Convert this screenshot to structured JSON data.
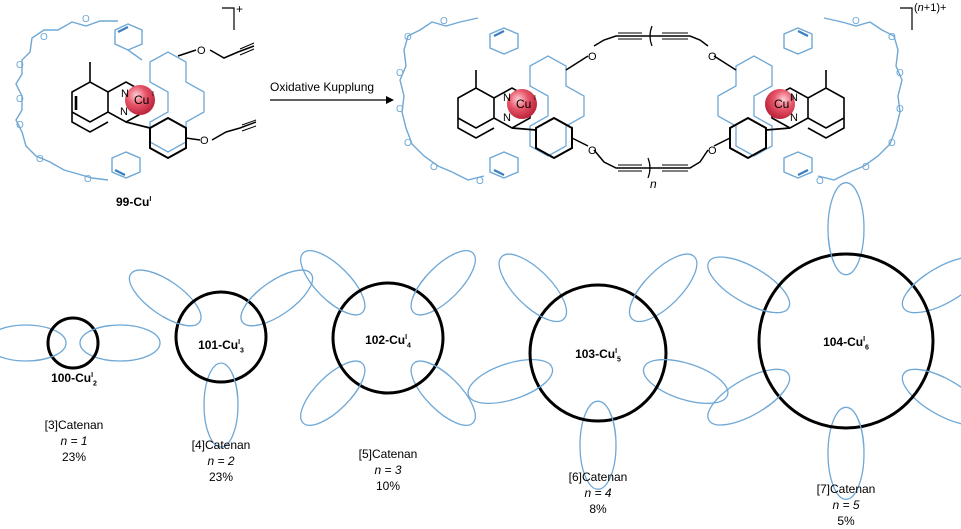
{
  "reaction": {
    "reactant_label": "99-Cu",
    "reactant_sup": "I",
    "reactant_charge": "+",
    "arrow_label": "Oxidative Kupplung",
    "product_charge_n": "n",
    "product_charge_tail": "+1)+",
    "product_charge_open": "(",
    "repeat_index": "n",
    "atoms": {
      "cu": "Cu",
      "cu_sup": "I",
      "n": "N",
      "o": "O"
    }
  },
  "catenanes": [
    {
      "compound": "100-Cu",
      "sup": "I",
      "sub": "2",
      "name": "[3]Catenan",
      "n": "n = 1",
      "yield": "23%",
      "loops": 2
    },
    {
      "compound": "101-Cu",
      "sup": "I",
      "sub": "3",
      "name": "[4]Catenan",
      "n": "n = 2",
      "yield": "23%",
      "loops": 3
    },
    {
      "compound": "102-Cu",
      "sup": "I",
      "sub": "4",
      "name": "[5]Catenan",
      "n": "n = 3",
      "yield": "10%",
      "loops": 4
    },
    {
      "compound": "103-Cu",
      "sup": "I",
      "sub": "5",
      "name": "[6]Catenan",
      "n": "n = 4",
      "yield": "8%",
      "loops": 5
    },
    {
      "compound": "104-Cu",
      "sup": "I",
      "sub": "6",
      "name": "[7]Catenan",
      "n": "n = 5",
      "yield": "5%",
      "loops": 6
    }
  ],
  "colors": {
    "ring": "#000000",
    "loop": "#6fa8d6",
    "copper": "#e0435a",
    "bond": "#000000"
  }
}
